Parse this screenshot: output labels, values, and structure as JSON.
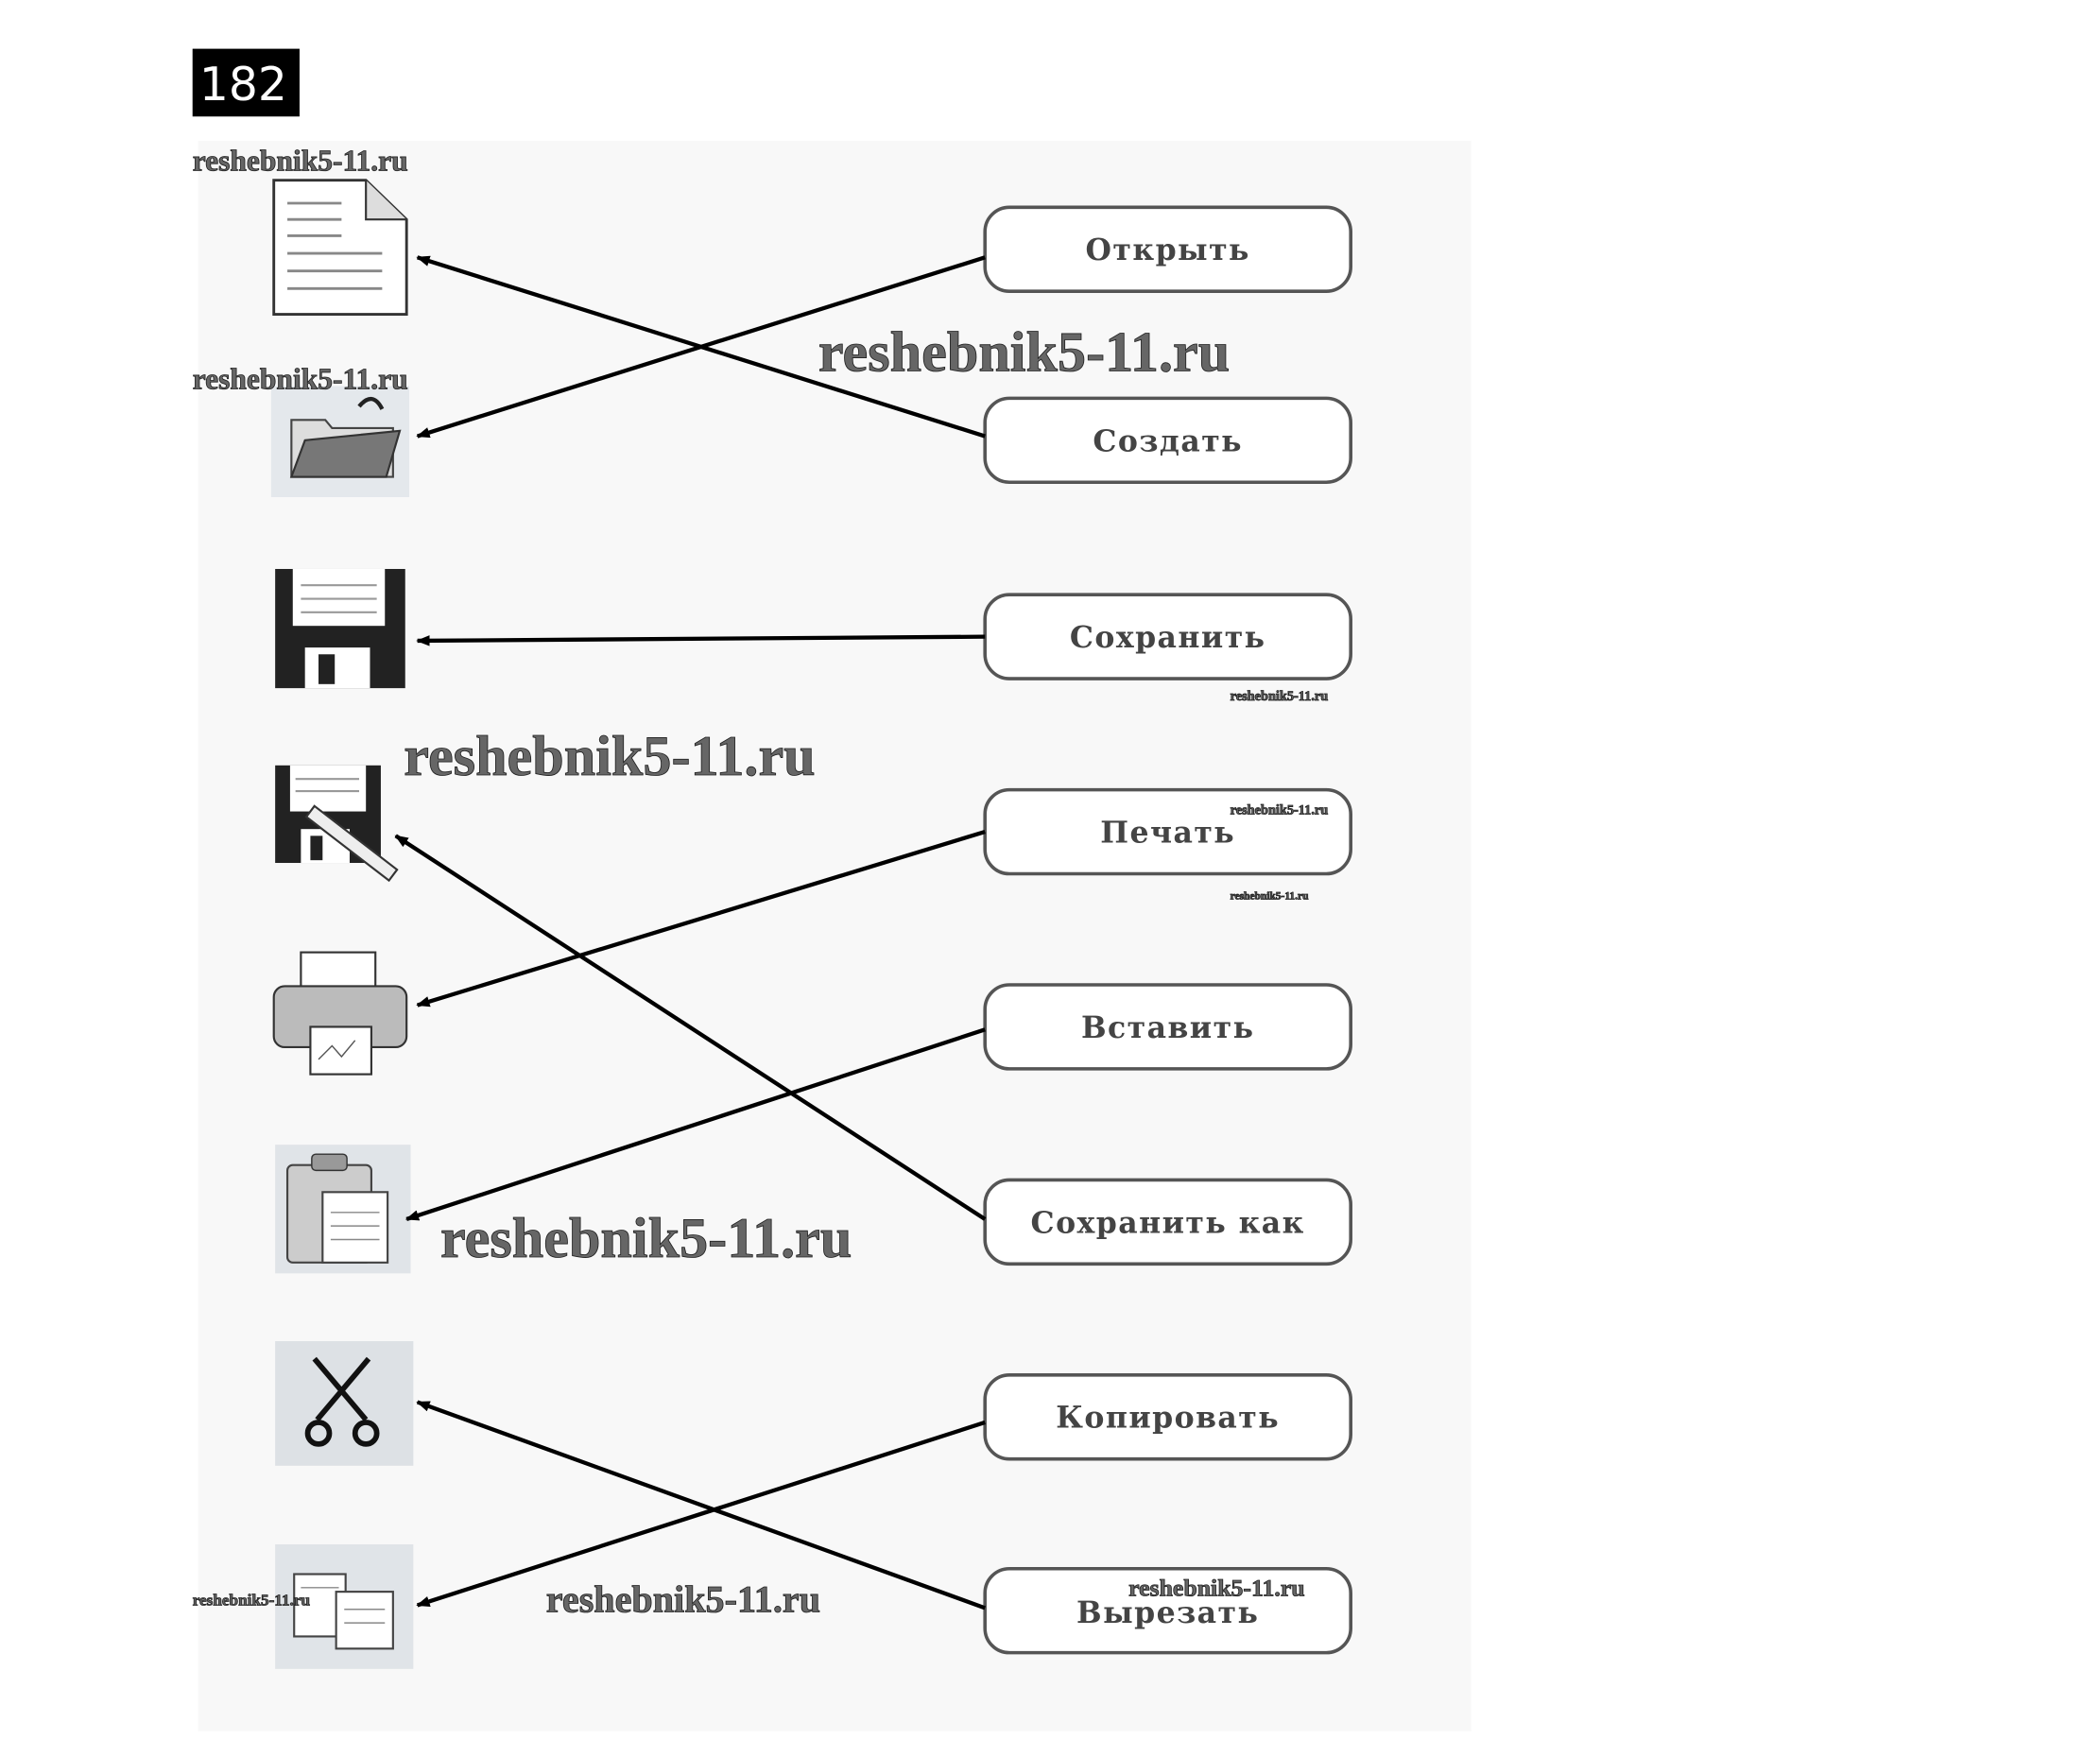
{
  "task_number": "182",
  "buttons": [
    {
      "label": "Открыть"
    },
    {
      "label": "Создать"
    },
    {
      "label": "Сохранить"
    },
    {
      "label": "Печать"
    },
    {
      "label": "Вставить"
    },
    {
      "label": "Сохранить как"
    },
    {
      "label": "Копировать"
    },
    {
      "label": "Вырезать"
    }
  ],
  "icons": [
    "new-document-icon",
    "open-folder-icon",
    "save-floppy-icon",
    "save-as-floppy-pencil-icon",
    "printer-icon",
    "paste-clipboard-icon",
    "cut-scissors-icon",
    "copy-documents-icon"
  ],
  "watermark": "reshebnik5-11.ru"
}
